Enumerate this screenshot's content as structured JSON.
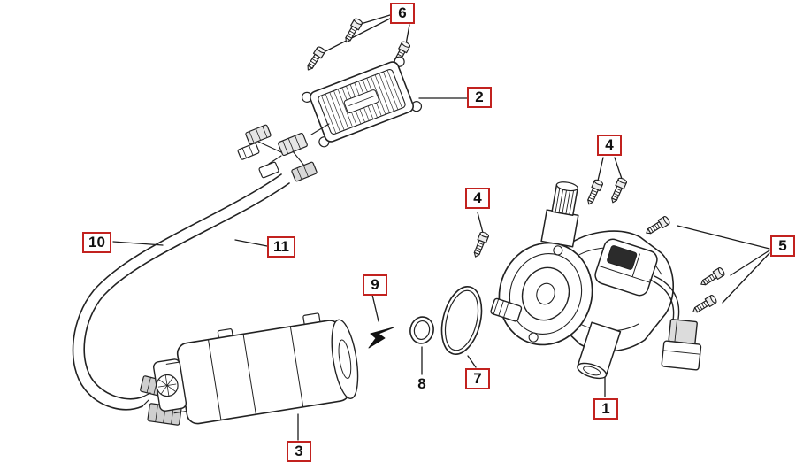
{
  "diagram": {
    "type": "exploded-parts-diagram",
    "colors": {
      "background": "#ffffff",
      "line": "#1c1c1c",
      "label_border": "#c2221f",
      "label_text": "#101010"
    },
    "callouts": {
      "c1": "1",
      "c2": "2",
      "c3": "3",
      "c4a": "4",
      "c4b": "4",
      "c5": "5",
      "c6": "6",
      "c7": "7",
      "c8": "8",
      "c9": "9",
      "c10": "10",
      "c11": "11"
    }
  }
}
